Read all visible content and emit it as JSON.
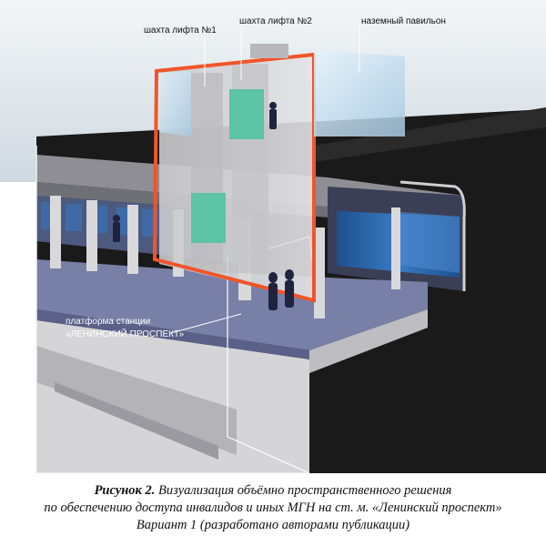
{
  "diagram": {
    "labels": {
      "shaft1": "шахта лифта №1",
      "shaft2": "шахта лифта №2",
      "pavilion": "наземный павильон",
      "platform_line1": "платформа станции",
      "platform_line2": "«ЛЕНИНСКИЙ ПРОСПЕКТ»"
    }
  },
  "caption": {
    "label": "Рисунок 2.",
    "line1_rest": " Визуализация объёмно пространственного решения",
    "line2": "по обеспечению доступа инвалидов и иных МГН на ст. м. «Ленинский проспект»",
    "line3": "Вариант 1 (разработано авторами публикации)"
  },
  "colors": {
    "shaft_frame": "#f0552a",
    "elevator_cab": "#5cc4a4",
    "train": "#2f6db0",
    "platform": "#7880a8",
    "ground": "#1a1a1a",
    "sky": "#dfe8ee"
  }
}
